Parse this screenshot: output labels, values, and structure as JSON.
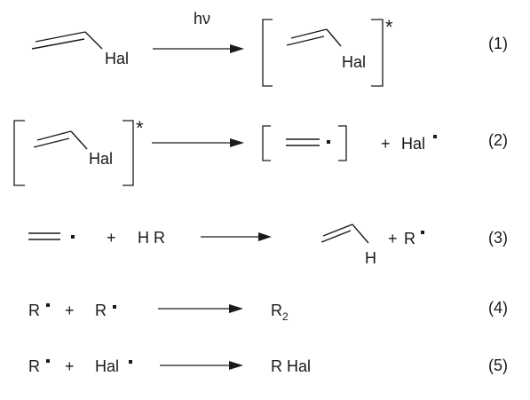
{
  "labels": {
    "hal": "Hal",
    "hv": "hν",
    "star": "*",
    "plus": "+",
    "hr": "H R",
    "h": "H",
    "r": "R",
    "r2": "R",
    "r2_sub": "2",
    "rhal": "R Hal"
  },
  "equations": [
    {
      "number": "(1)"
    },
    {
      "number": "(2)"
    },
    {
      "number": "(3)"
    },
    {
      "number": "(4)"
    },
    {
      "number": "(5)"
    }
  ]
}
